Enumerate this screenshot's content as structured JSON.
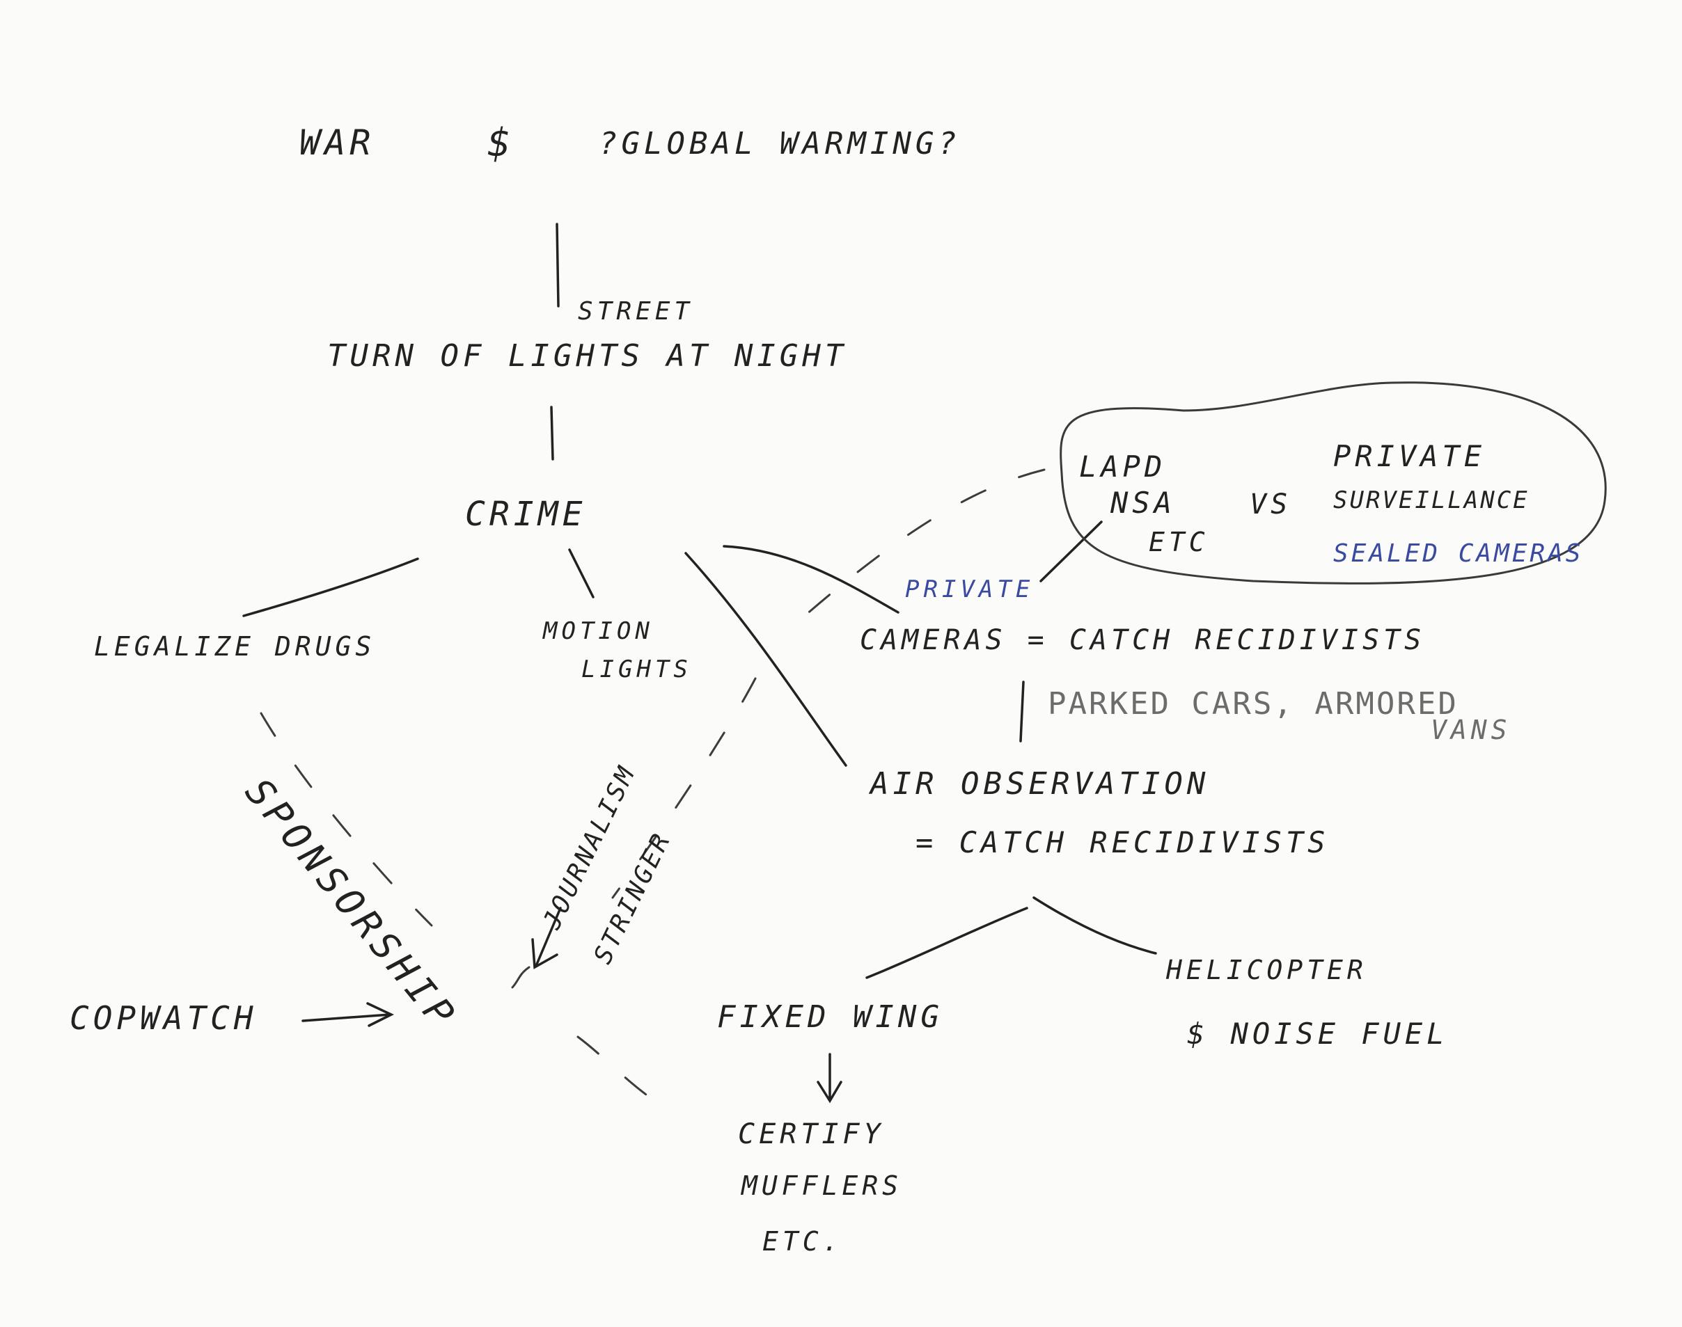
{
  "colors": {
    "ink": "#222222",
    "pencil": "#6c6c6c",
    "blue_ink": "#3a4aa0",
    "paper": "#fbfbf9"
  },
  "nodes": {
    "war": "WAR",
    "dollar_top": "$",
    "global_warming": "?GLOBAL WARMING?",
    "street": "STREET",
    "turn_off_lights": "TURN OF LIGHTS AT NIGHT",
    "crime": "CRIME",
    "legalize_drugs": "LEGALIZE DRUGS",
    "motion_lights_1": "MOTION",
    "motion_lights_2": "LIGHTS",
    "lapd": "LAPD",
    "nsa": "NSA",
    "etc_left": "ETC",
    "vs": "VS",
    "private_top": "PRIVATE",
    "surveillance": "SURVEILLANCE",
    "sealed_cameras": "SEALED CAMERAS",
    "private_blue": "PRIVATE",
    "cameras_catch": "CAMERAS = CATCH RECIDIVISTS",
    "parked_cars": "PARKED CARS, ARMORED",
    "vans": "VANS",
    "air_observation": "AIR OBSERVATION",
    "air_catch": "= CATCH RECIDIVISTS",
    "helicopter": "HELICOPTER",
    "noise_fuel": "$ NOISE FUEL",
    "fixed_wing": "FIXED WING",
    "certify": "CERTIFY",
    "mufflers": "MUFFLERS",
    "etc_bottom": "ETC.",
    "sponsorship": "SPONSORSHIP",
    "journalism": "JOURNALISM",
    "stringer": "STRINGER",
    "copwatch": "COPWATCH"
  }
}
